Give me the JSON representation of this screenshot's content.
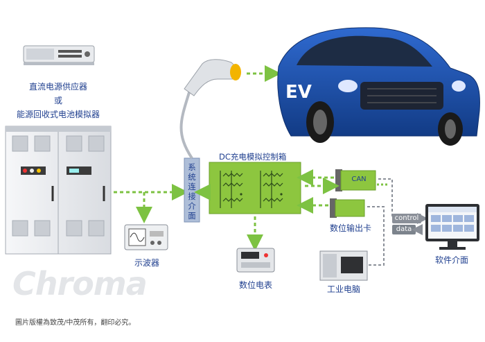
{
  "labels": {
    "source_line1": "直流电源供应器",
    "source_or": "或",
    "source_line2": "能源回收式电池模拟器",
    "interface_vertical": "系统连接介面",
    "controller_title": "DC充电模拟控制箱",
    "can": "CAN",
    "control": "control",
    "data": "data",
    "io_card": "数位输出卡",
    "software": "软件介面",
    "oscilloscope": "示波器",
    "multimeter": "数位电表",
    "ipc": "工业电脑",
    "ev": "EV",
    "brand": "Chroma",
    "copyright": "圖片版權為致茂/中茂所有，翻印必究。"
  },
  "colors": {
    "green": "#8dc63f",
    "arrow_green": "#7dc242",
    "label_blue": "#1f3f8f",
    "car_blue": "#1d4fa5",
    "gray": "#8a8f98",
    "interface_blue": "#aebed8"
  }
}
